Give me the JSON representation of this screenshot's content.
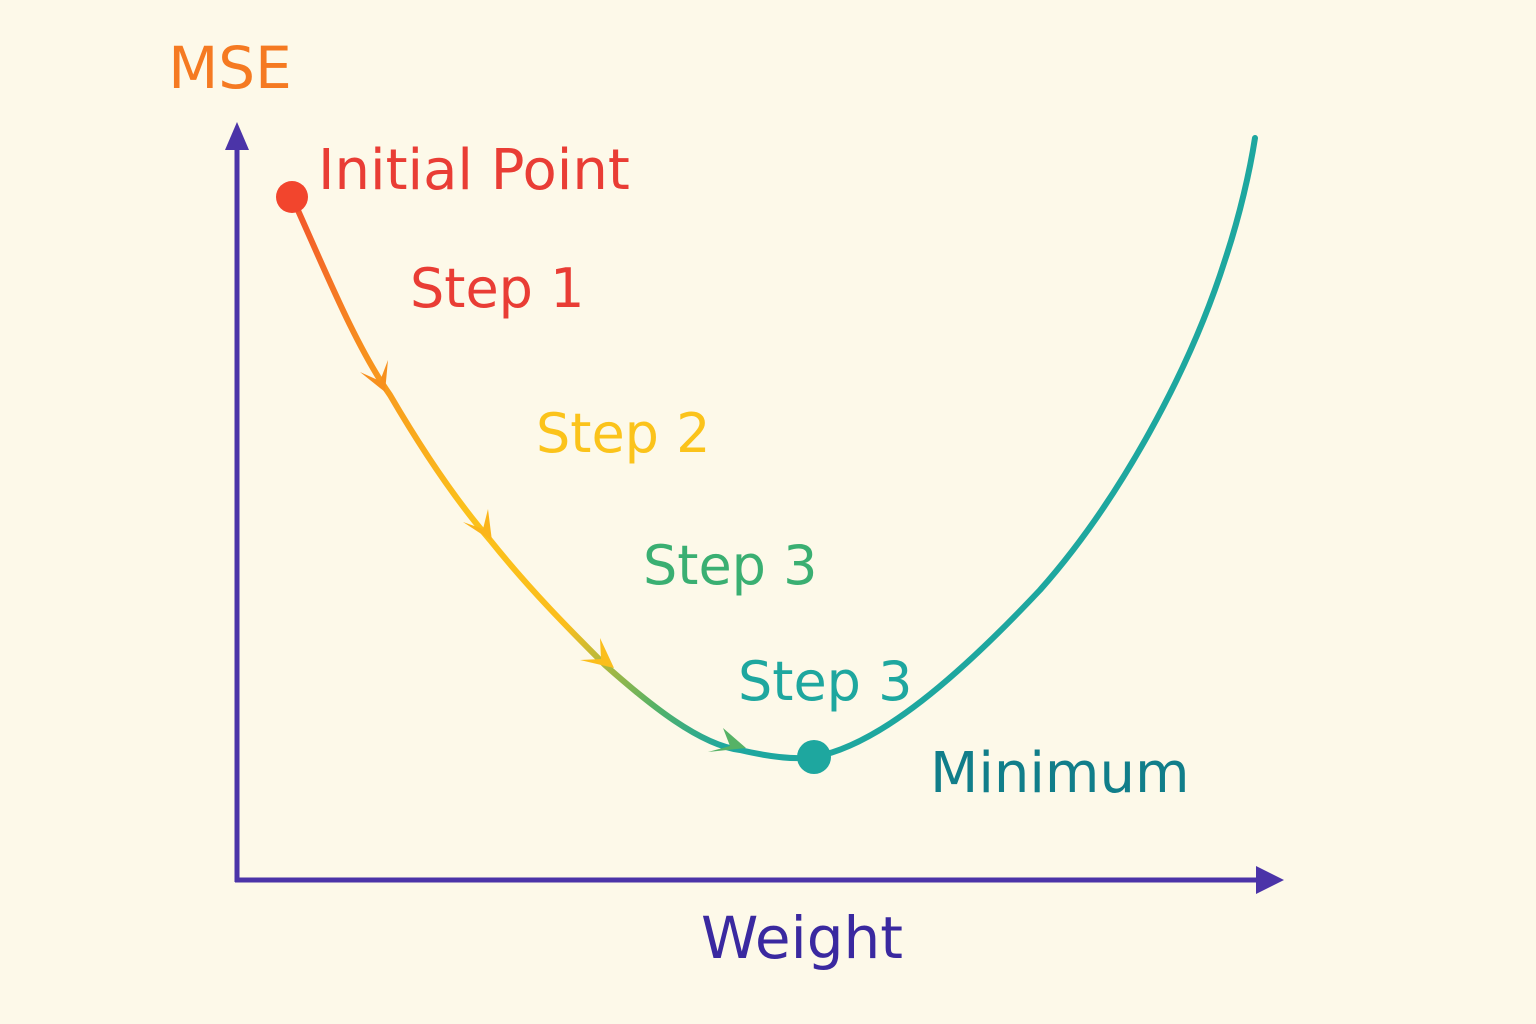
{
  "axes": {
    "y_label": "MSE",
    "x_label": "Weight",
    "color": "#4b34a8"
  },
  "labels": {
    "initial_point": "Initial Point",
    "step_1": "Step 1",
    "step_2": "Step 2",
    "step_3a": "Step 3",
    "step_3b": "Step 3",
    "minimum": "Minimum"
  },
  "colors": {
    "background": "#fdf9e9",
    "mse_label": "#f57a22",
    "initial_point": "#e93d35",
    "step_1": "#e93d35",
    "step_2": "#fbc31b",
    "step_3a": "#3aaf72",
    "step_3b": "#1ea79f",
    "minimum": "#117e8a",
    "weight_label": "#3a29a0",
    "curve_start": "#f2532c",
    "curve_mid1": "#f7901e",
    "curve_mid2": "#fbc11b",
    "curve_mid3": "#56b266",
    "curve_end": "#1ea79f",
    "start_dot": "#f2452d",
    "min_dot": "#1ea79f"
  }
}
